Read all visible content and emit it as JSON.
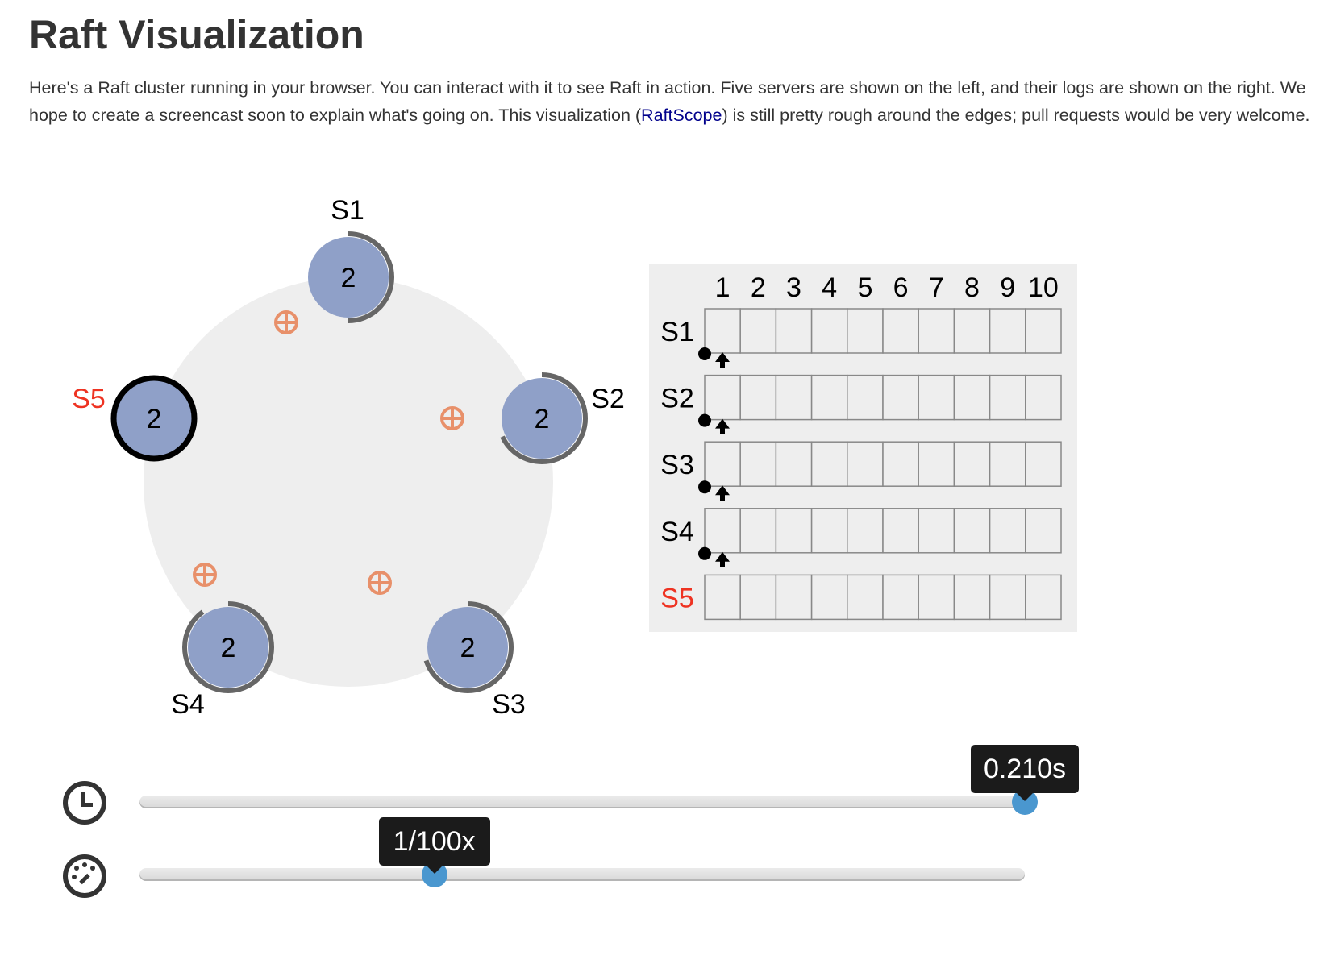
{
  "header": {
    "title": "Raft Visualization",
    "intro_before_link": "Here's a Raft cluster running in your browser. You can interact with it to see Raft in action. Five servers are shown on the left, and their logs are shown on the right. We hope to create a screencast soon to explain what's going on. This visualization (",
    "link_text": "RaftScope",
    "intro_after_link": ") is still pretty rough around the edges; pull requests would be very welcome."
  },
  "colors": {
    "server_fill": "#8fa0c8",
    "ring": "#eeeeee",
    "timeout_arc": "#666666",
    "message": "#e8906a",
    "leader_label": "#ee3322",
    "slider_thumb": "#4a97cf"
  },
  "servers": [
    {
      "name": "S1",
      "term": "2",
      "timeout_fraction": 0.5,
      "highlight": false
    },
    {
      "name": "S2",
      "term": "2",
      "timeout_fraction": 0.68,
      "highlight": false
    },
    {
      "name": "S3",
      "term": "2",
      "timeout_fraction": 0.7,
      "highlight": false
    },
    {
      "name": "S4",
      "term": "2",
      "timeout_fraction": 0.9,
      "highlight": false
    },
    {
      "name": "S5",
      "term": "2",
      "timeout_fraction": 1.0,
      "highlight": true
    }
  ],
  "log": {
    "indices": [
      "1",
      "2",
      "3",
      "4",
      "5",
      "6",
      "7",
      "8",
      "9",
      "10"
    ],
    "rows": [
      {
        "name": "S1",
        "markers": true
      },
      {
        "name": "S2",
        "markers": true
      },
      {
        "name": "S3",
        "markers": true
      },
      {
        "name": "S4",
        "markers": true
      },
      {
        "name": "S5",
        "markers": false
      }
    ]
  },
  "time_slider": {
    "icon": "clock-icon",
    "label": "0.210s",
    "fraction": 1.0
  },
  "speed_slider": {
    "icon": "speedometer-icon",
    "label": "1/100x",
    "fraction": 0.333
  }
}
